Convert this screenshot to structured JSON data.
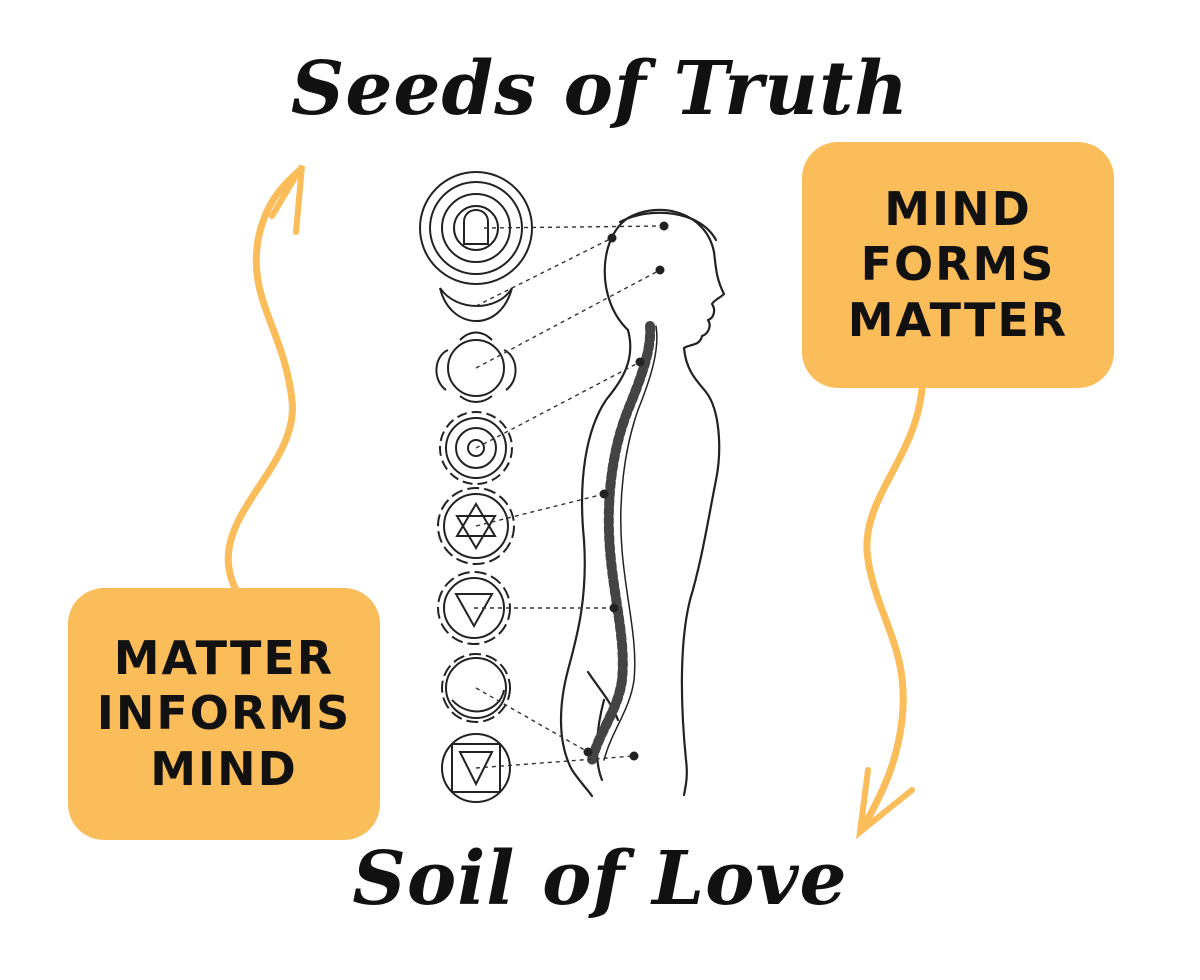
{
  "title_top": "Seeds of Truth",
  "title_bottom": "Soil of Love",
  "box_right": {
    "lines": [
      "MIND",
      "FORMS",
      "MATTER"
    ]
  },
  "box_left": {
    "lines": [
      "MATTER",
      "INFORMS",
      "MIND"
    ]
  },
  "colors": {
    "accent": "#fbbc5a",
    "ink": "#111111",
    "line": "#333333"
  },
  "chakra_count": 8
}
